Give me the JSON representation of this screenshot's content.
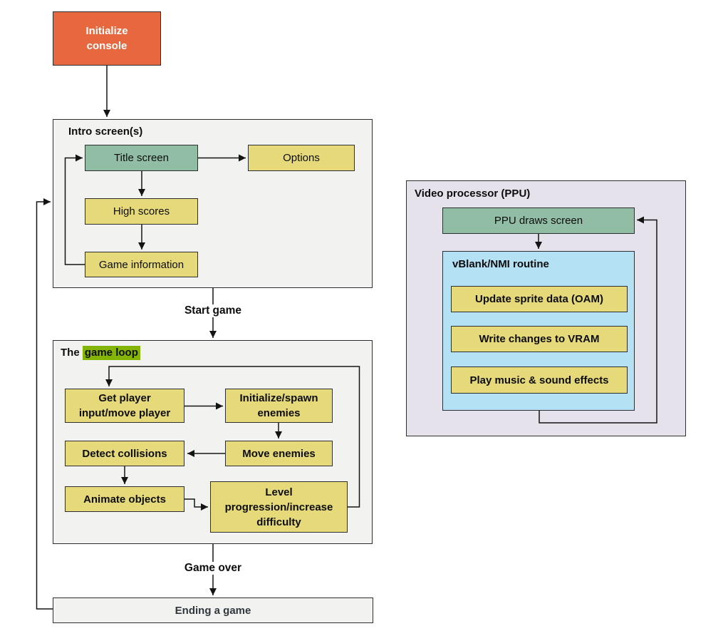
{
  "diagram": {
    "nodes": {
      "init_console": "Initialize\nconsole",
      "title_screen": "Title screen",
      "options": "Options",
      "high_scores": "High scores",
      "game_information": "Game information",
      "get_player": "Get player\ninput/move player",
      "init_spawn": "Initialize/spawn\nenemies",
      "detect_collisions": "Detect collisions",
      "move_enemies": "Move enemies",
      "animate_objects": "Animate objects",
      "level_progression": "Level\nprogression/increase\ndifficulty",
      "ending_game": "Ending a game",
      "ppu_draws": "PPU draws screen",
      "update_sprite": "Update sprite data (OAM)",
      "write_vram": "Write changes to VRAM",
      "play_music": "Play music & sound effects"
    },
    "containers": {
      "intro_title": "Intro screen(s)",
      "game_loop_prefix": "The ",
      "game_loop_highlight": "game loop",
      "ppu_title": "Video processor (PPU)",
      "vblank_title": "vBlank/NMI routine"
    },
    "flow_labels": {
      "start_game": "Start game",
      "game_over": "Game over"
    },
    "edges": [
      "Initialize console -> Intro screen(s)",
      "Title screen -> Options",
      "Title screen -> High scores",
      "High scores -> Game information",
      "Game information -> Title screen",
      "Intro screen(s) -> The game loop (Start game)",
      "Get player input/move player -> Initialize/spawn enemies",
      "Initialize/spawn enemies -> Move enemies",
      "Move enemies -> Detect collisions",
      "Detect collisions -> Animate objects",
      "Animate objects -> Level progression/increase difficulty",
      "Level progression/increase difficulty -> Get player input/move player",
      "The game loop -> Ending a game (Game over)",
      "Ending a game -> Intro screen(s)",
      "PPU draws screen -> vBlank/NMI routine",
      "vBlank/NMI routine -> PPU draws screen"
    ],
    "colors": {
      "init_console_fill": "#e7683f",
      "process_green_fill": "#90bda3",
      "process_yellow_fill": "#e5d97a",
      "container_gray_fill": "#f2f3f0",
      "ppu_container_fill": "#e5e2ec",
      "vblank_fill": "#b4e1f4",
      "highlight_green": "#85b504",
      "line_color": "#141414"
    }
  }
}
